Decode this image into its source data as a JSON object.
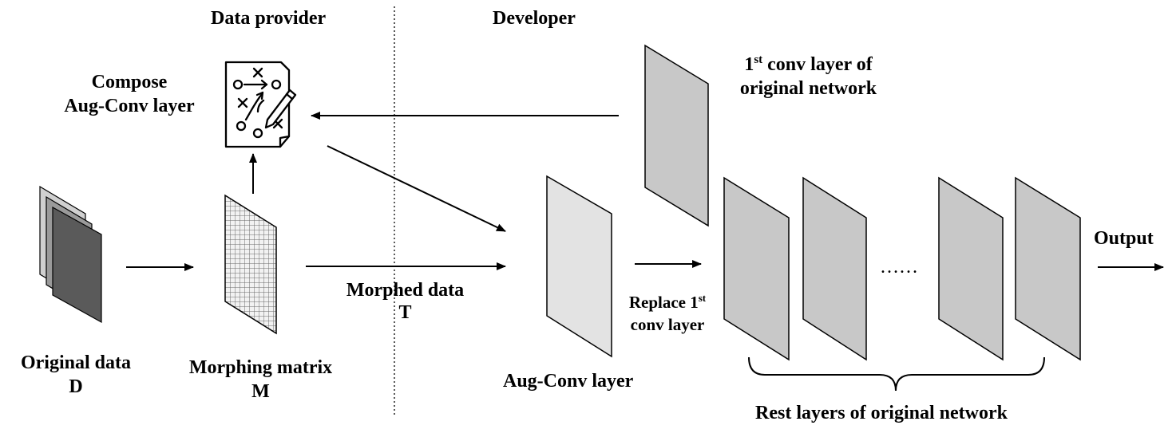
{
  "header": {
    "data_provider": "Data provider",
    "developer": "Developer"
  },
  "labels": {
    "compose_line1": "Compose",
    "compose_line2": "Aug-Conv layer",
    "original_data_line1": "Original data",
    "original_data_line2": "D",
    "morphing_matrix_line1": "Morphing matrix",
    "morphing_matrix_line2": "M",
    "morphed_data_line1": "Morphed data",
    "morphed_data_line2": "T",
    "first_conv_num": "1",
    "first_conv_sup": "st",
    "first_conv_line1_rest": " conv layer of",
    "first_conv_line2": "original network",
    "aug_conv_layer": "Aug-Conv layer",
    "replace_line1": "Replace 1",
    "replace_sup": "st",
    "replace_line2": "conv layer",
    "ellipsis": "……",
    "output": "Output",
    "rest_layers": "Rest layers of original network"
  },
  "colors": {
    "layer_gray": "#c8c8c8",
    "aug_layer_light": "#e3e3e3",
    "stack_dark": "#5a5a5a",
    "stack_mid": "#9a9a9a",
    "stack_light": "#d0d0d0",
    "stroke": "#000000"
  },
  "icons": {
    "compose": "strategy-board-pencil-icon",
    "matrix": "grid-matrix-icon",
    "data_stack": "stacked-sheets-icon"
  }
}
